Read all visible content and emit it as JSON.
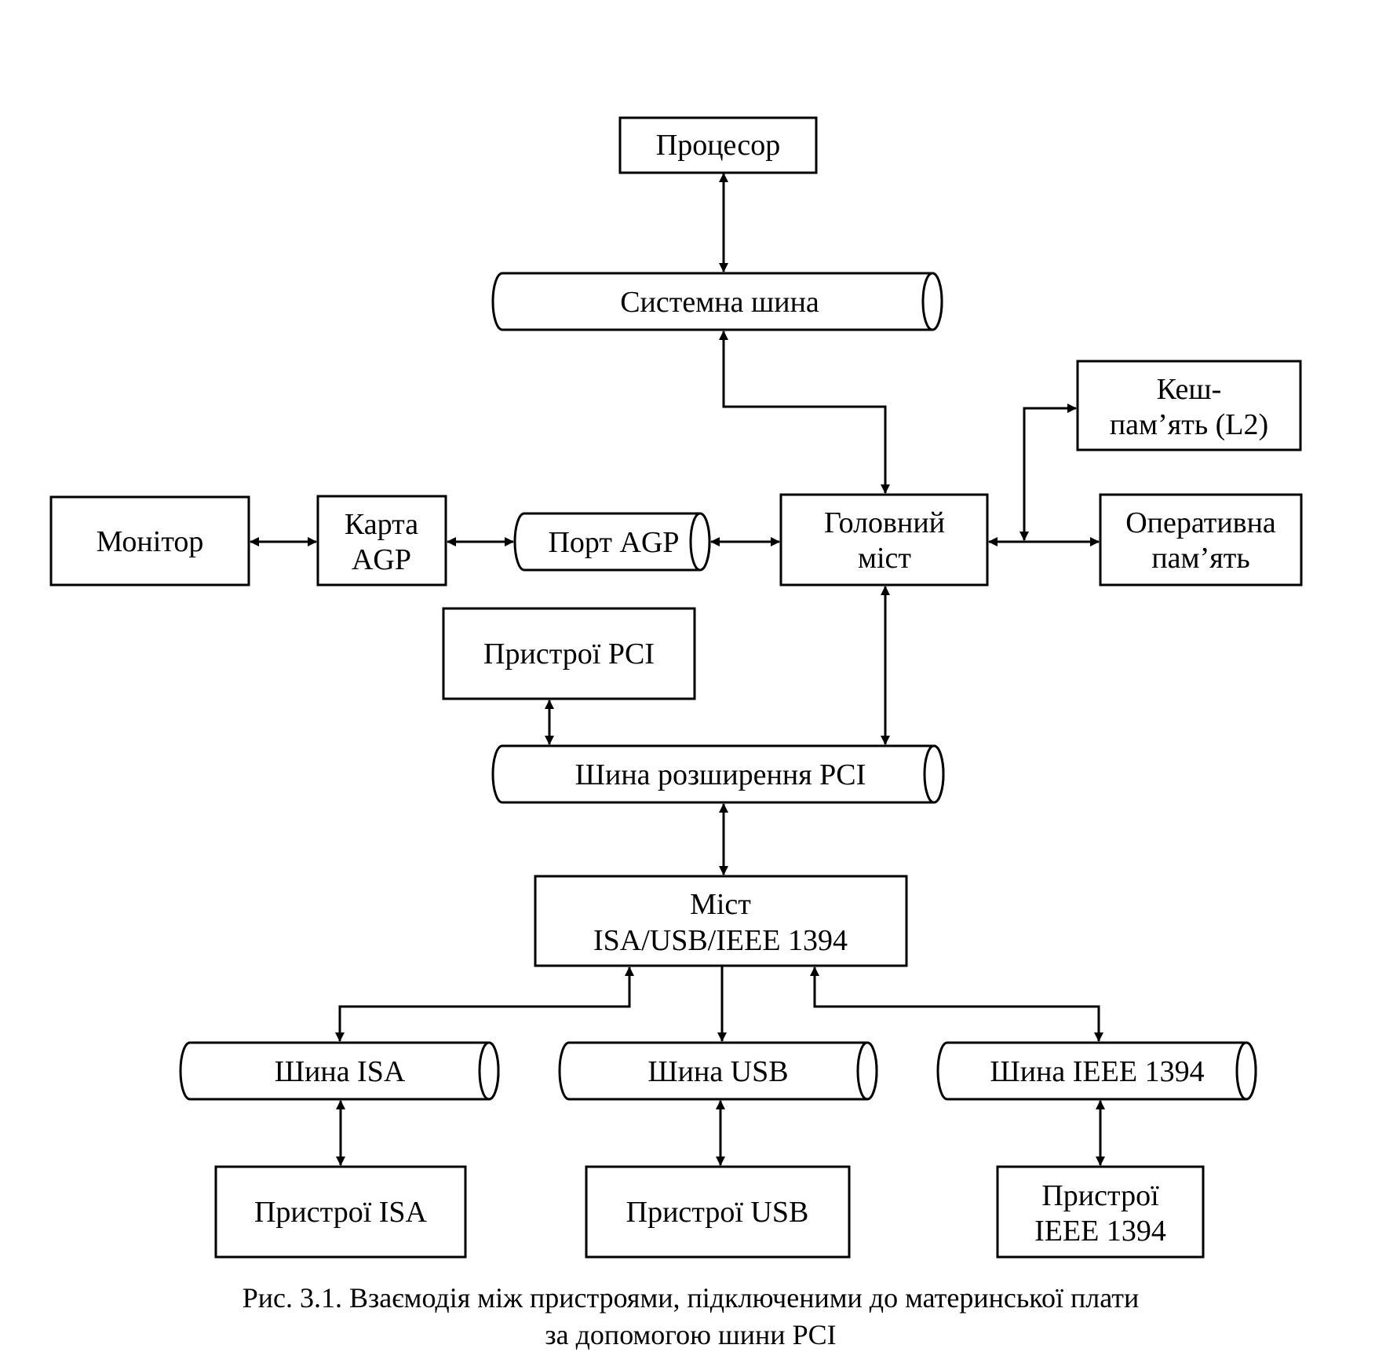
{
  "nodes": {
    "processor": "Процесор",
    "system_bus": "Системна шина",
    "cache_l1": "Кеш-",
    "cache_l2": "пам’ять (L2)",
    "monitor": "Монітор",
    "agp_card_l1": "Карта",
    "agp_card_l2": "AGP",
    "agp_port": "Порт AGP",
    "north_bridge_l1": "Головний",
    "north_bridge_l2": "міст",
    "ram_l1": "Оперативна",
    "ram_l2": "пам’ять",
    "pci_devices": "Пристрої PCI",
    "pci_bus": "Шина розширення PCI",
    "south_bridge_l1": "Міст",
    "south_bridge_l2": "ISA/USB/IEEE 1394",
    "isa_bus": "Шина ISA",
    "usb_bus": "Шина USB",
    "ieee_bus": "Шина IEEE 1394",
    "isa_devices": "Пристрої ISA",
    "usb_devices": "Пристрої USB",
    "ieee_devices_l1": "Пристрої",
    "ieee_devices_l2": "IEEE 1394"
  },
  "caption": {
    "line1": "Рис. 3.1. Взаємодія між пристроями, підключеними до материнської плати",
    "line2": "за допомогою шини PCI"
  }
}
